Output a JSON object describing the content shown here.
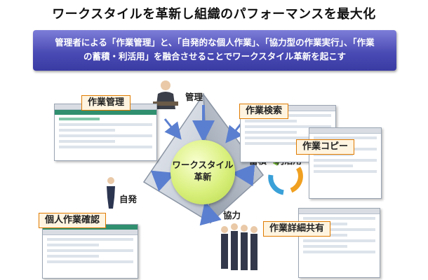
{
  "title": "ワークスタイルを革新し組織のパフォーマンスを最大化",
  "banner": {
    "line1": "管理者による「作業管理」と、「自発的な個人作業」、「協力型の作業実行」、「作業",
    "line2": "の蓄積・利活用」を融合させることでワークスタイル革新を起こす"
  },
  "pyramid": {
    "top_label": "管理",
    "left_label": "自発",
    "bottom_label": "協力",
    "right_label": "蓄積・利活用",
    "center_line1": "ワークスタイル",
    "center_line2": "革新"
  },
  "panels": {
    "task_management": "作業管理",
    "personal_task_check": "個人作業確認",
    "task_search": "作業検索",
    "task_copy": "作業コピー",
    "task_detail_share": "作業詳細共有"
  },
  "colors": {
    "banner": "#4b4bb5",
    "label_border": "#e07b00",
    "label_fill": "#fff4e0",
    "center_circle": "#d8ef7a",
    "arrow": "#5b7fd0"
  },
  "icons": {
    "manager": "businessman-icon",
    "individual": "person-icon",
    "team": "group-of-people-icon",
    "cycle": "recycle-arrows-icon"
  }
}
